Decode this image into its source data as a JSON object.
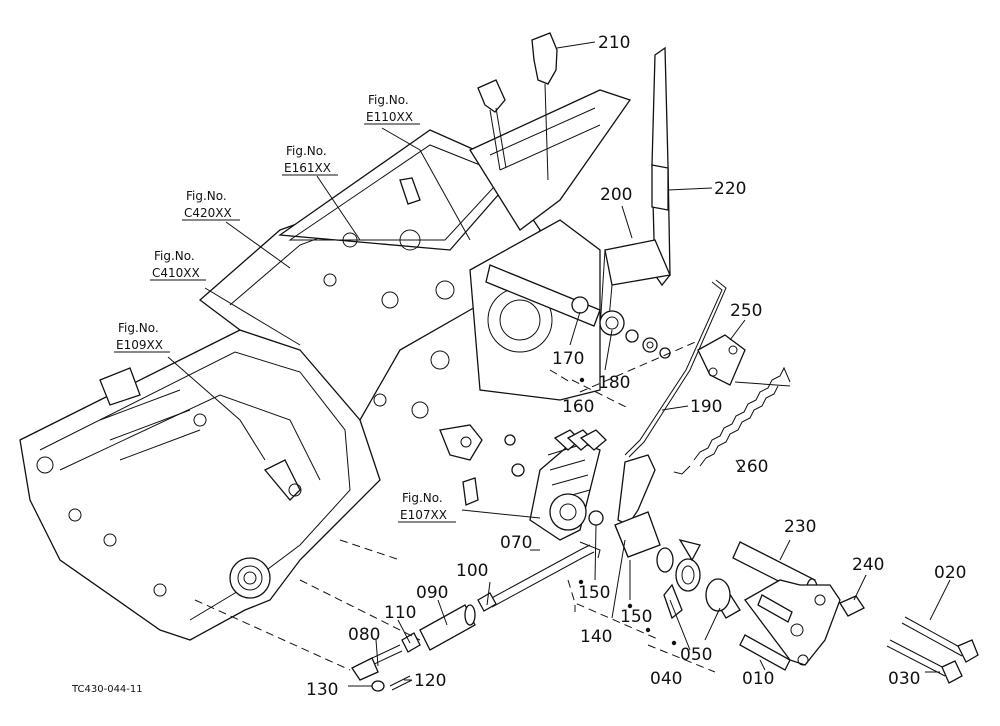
{
  "diagram_code": "TC430-044-11",
  "fig_refs": [
    {
      "line1": "Fig.No.",
      "line2": "E110XX"
    },
    {
      "line1": "Fig.No.",
      "line2": "E161XX"
    },
    {
      "line1": "Fig.No.",
      "line2": "C420XX"
    },
    {
      "line1": "Fig.No.",
      "line2": "C410XX"
    },
    {
      "line1": "Fig.No.",
      "line2": "E109XX"
    },
    {
      "line1": "Fig.No.",
      "line2": "E107XX"
    }
  ],
  "callouts": {
    "p210": "210",
    "p220": "220",
    "p200": "200",
    "p250": "250",
    "p170": "170",
    "p180": "180",
    "p160": "160",
    "p190": "190",
    "p260": "260",
    "p230": "230",
    "p240": "240",
    "p020": "020",
    "p070": "070",
    "p100": "100",
    "p090": "090",
    "p110": "110",
    "p080": "080",
    "p130": "130",
    "p120": "120",
    "p150a": "150",
    "p150b": "150",
    "p140": "140",
    "p050": "050",
    "p040": "040",
    "p010": "010",
    "p030": "030"
  }
}
